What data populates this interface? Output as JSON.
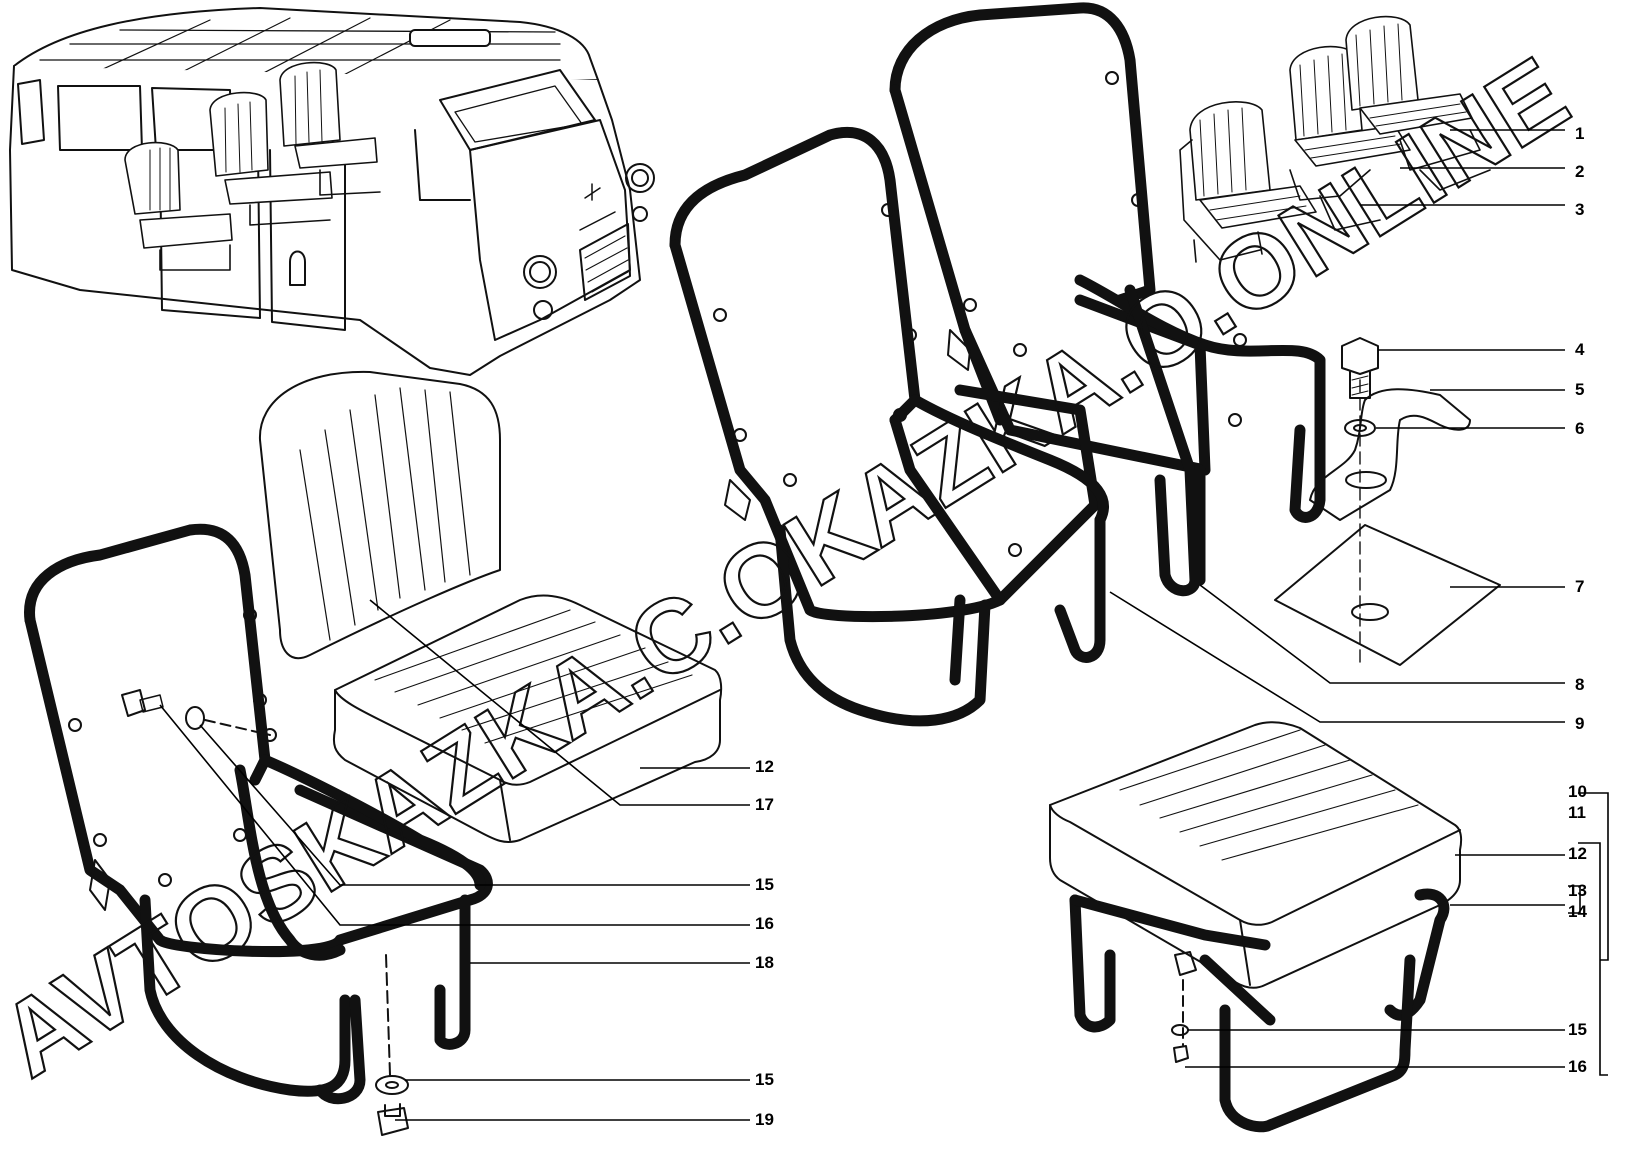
{
  "watermark": "AVTOSKAZKA.C.OKAZKA.O.ONLINE",
  "callouts": [
    {
      "id": "c1",
      "text": "1"
    },
    {
      "id": "c2",
      "text": "2"
    },
    {
      "id": "c3",
      "text": "3"
    },
    {
      "id": "c4",
      "text": "4"
    },
    {
      "id": "c5",
      "text": "5"
    },
    {
      "id": "c6",
      "text": "6"
    },
    {
      "id": "c7",
      "text": "7"
    },
    {
      "id": "c8",
      "text": "8"
    },
    {
      "id": "c9",
      "text": "9"
    },
    {
      "id": "c10",
      "text": "10"
    },
    {
      "id": "c11",
      "text": "11"
    },
    {
      "id": "c12a",
      "text": "12"
    },
    {
      "id": "c12b",
      "text": "12"
    },
    {
      "id": "c13",
      "text": "13"
    },
    {
      "id": "c14",
      "text": "14"
    },
    {
      "id": "c15a",
      "text": "15"
    },
    {
      "id": "c15b",
      "text": "15"
    },
    {
      "id": "c15c",
      "text": "15"
    },
    {
      "id": "c16a",
      "text": "16"
    },
    {
      "id": "c16b",
      "text": "16"
    },
    {
      "id": "c17",
      "text": "17"
    },
    {
      "id": "c18",
      "text": "18"
    },
    {
      "id": "c19",
      "text": "19"
    }
  ]
}
